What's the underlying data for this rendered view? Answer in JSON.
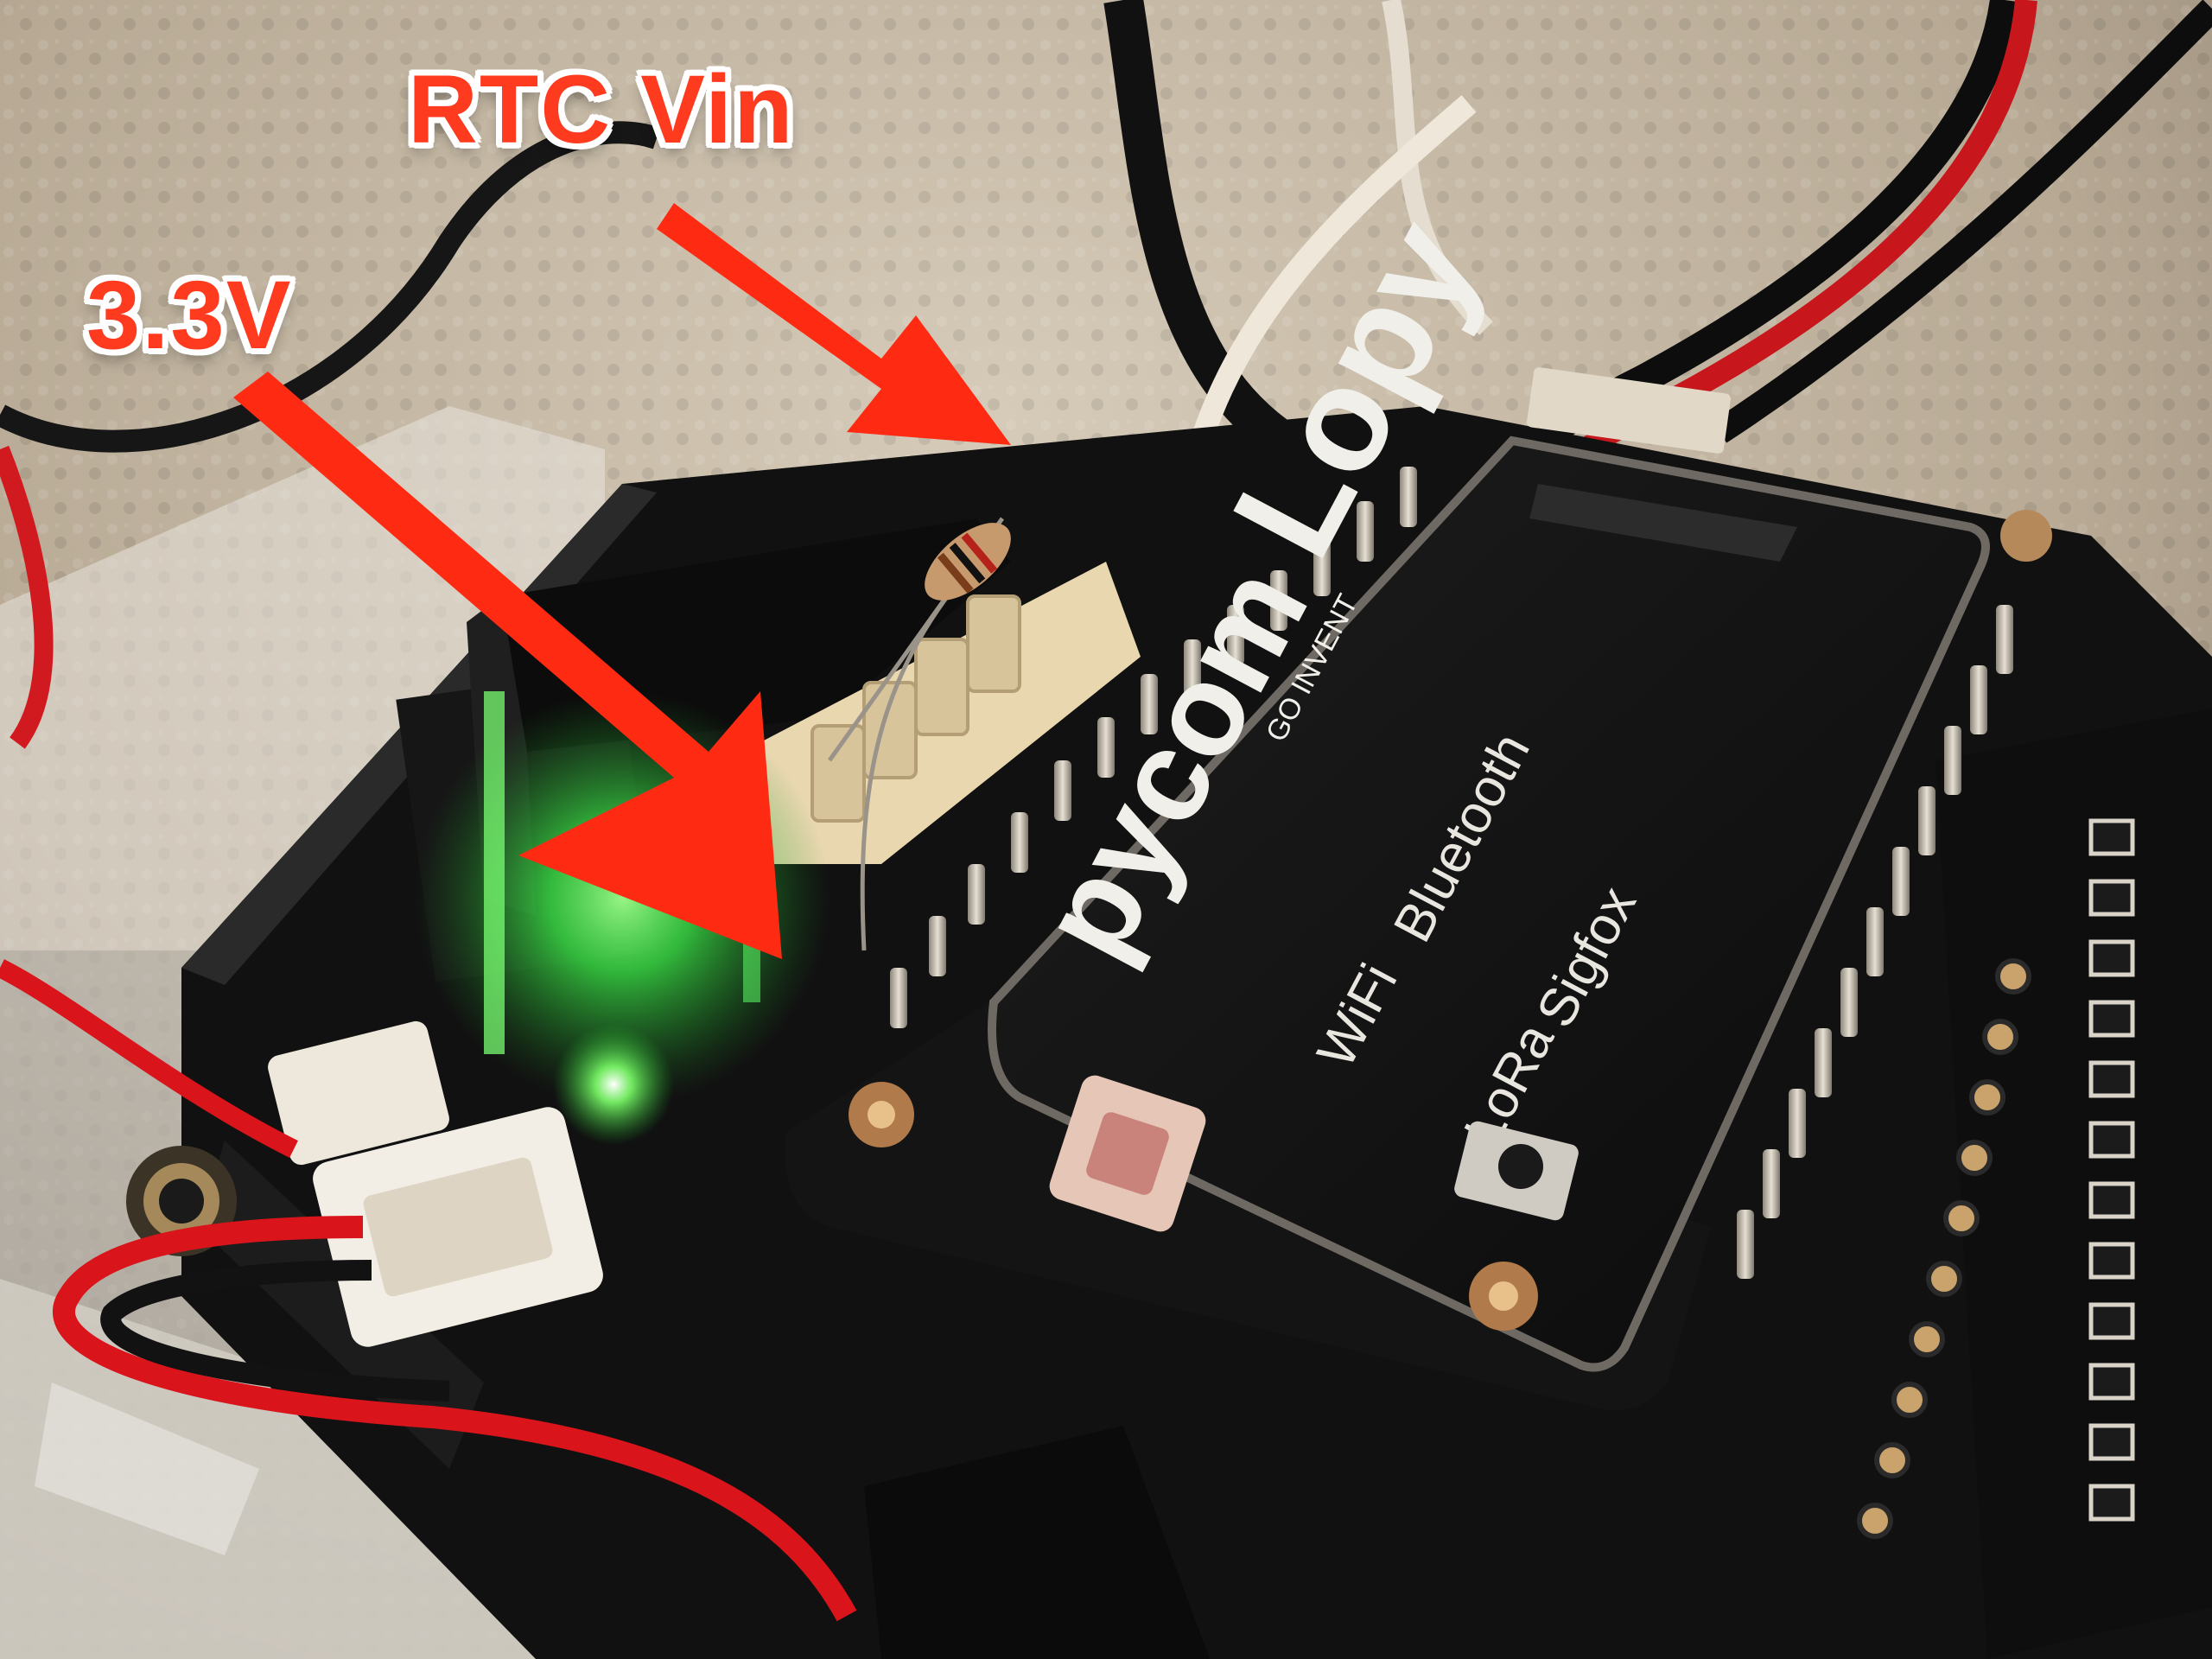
{
  "annotations": {
    "rtc_label": "RTC Vin",
    "voltage_label": "3.3V",
    "arrow_color": "#ff2a12"
  },
  "module": {
    "brand": "pycom",
    "brand_tagline": "GO INVENT",
    "model_name": "Lopy",
    "features": [
      "WiFi",
      "Bluetooth",
      "LoRa",
      "Sigfox"
    ]
  },
  "colors": {
    "board": "#121212",
    "led_glow": "#34ff4a",
    "wire_red": "#d8141a",
    "header_pins": "#b9b3a8",
    "carpet": "#c9bdaa"
  }
}
